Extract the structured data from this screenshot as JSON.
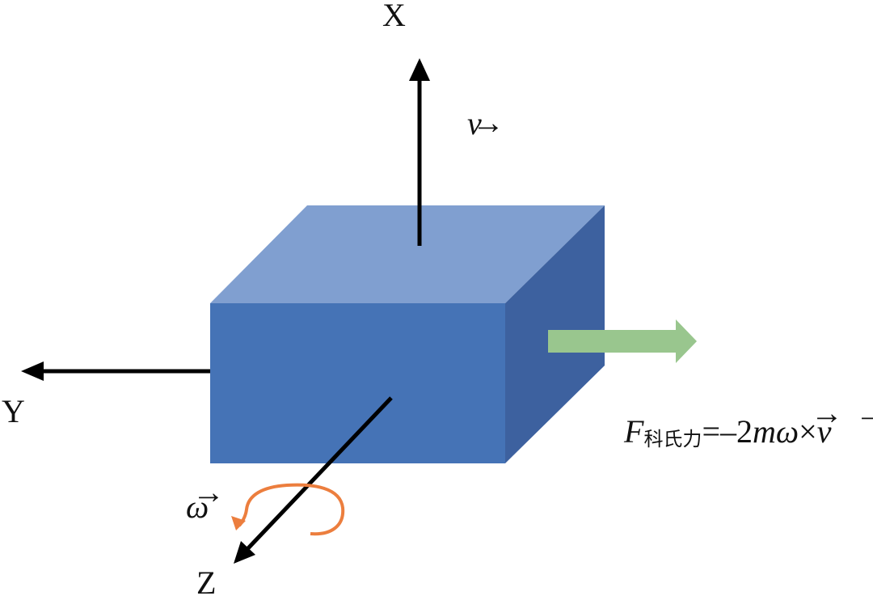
{
  "axes": {
    "x": "X",
    "y": "Y",
    "z": "Z"
  },
  "vectors": {
    "velocity": "v",
    "angular_velocity": "ω",
    "arrow_mark": "→"
  },
  "formula": {
    "symbol": "F",
    "subscript": "科氏力",
    "equals": "=",
    "minus": "–",
    "coefficient": "2",
    "mass": "m",
    "omega": "ω",
    "times": "×",
    "v": "v",
    "arrow_mark": "→"
  },
  "colors": {
    "cube_front": "#4573B6",
    "cube_top": "#809FD0",
    "cube_side": "#3D619F",
    "force_arrow": "#99C68E",
    "rotation_arrow": "#EC7E3E",
    "axis_arrow": "#000000"
  }
}
